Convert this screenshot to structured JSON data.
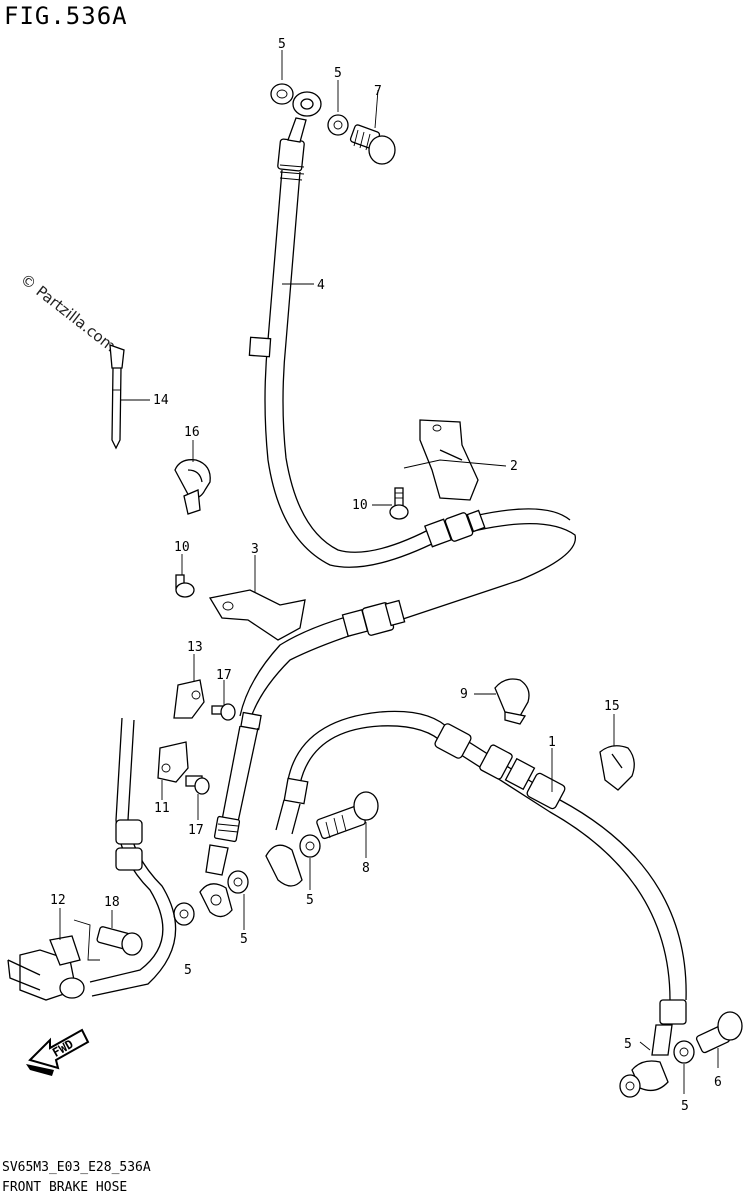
{
  "figure_title": "FIG.536A",
  "watermark": "© Partzilla.com",
  "footer": {
    "model_code": "SV65M3_E03_E28_536A",
    "section_title": "FRONT BRAKE HOSE"
  },
  "fwd_label": "FWD",
  "callouts": [
    {
      "id": "c-5a",
      "label": "5"
    },
    {
      "id": "c-5b",
      "label": "5"
    },
    {
      "id": "c-7",
      "label": "7"
    },
    {
      "id": "c-4",
      "label": "4"
    },
    {
      "id": "c-14",
      "label": "14"
    },
    {
      "id": "c-16",
      "label": "16"
    },
    {
      "id": "c-2",
      "label": "2"
    },
    {
      "id": "c-10a",
      "label": "10"
    },
    {
      "id": "c-10b",
      "label": "10"
    },
    {
      "id": "c-3",
      "label": "3"
    },
    {
      "id": "c-13",
      "label": "13"
    },
    {
      "id": "c-17a",
      "label": "17"
    },
    {
      "id": "c-9",
      "label": "9"
    },
    {
      "id": "c-15",
      "label": "15"
    },
    {
      "id": "c-1",
      "label": "1"
    },
    {
      "id": "c-11",
      "label": "11"
    },
    {
      "id": "c-17b",
      "label": "17"
    },
    {
      "id": "c-8",
      "label": "8"
    },
    {
      "id": "c-5c",
      "label": "5"
    },
    {
      "id": "c-12",
      "label": "12"
    },
    {
      "id": "c-18",
      "label": "18"
    },
    {
      "id": "c-5d",
      "label": "5"
    },
    {
      "id": "c-5e",
      "label": "5"
    },
    {
      "id": "c-5f",
      "label": "5"
    },
    {
      "id": "c-6",
      "label": "6"
    },
    {
      "id": "c-5g",
      "label": "5"
    }
  ]
}
